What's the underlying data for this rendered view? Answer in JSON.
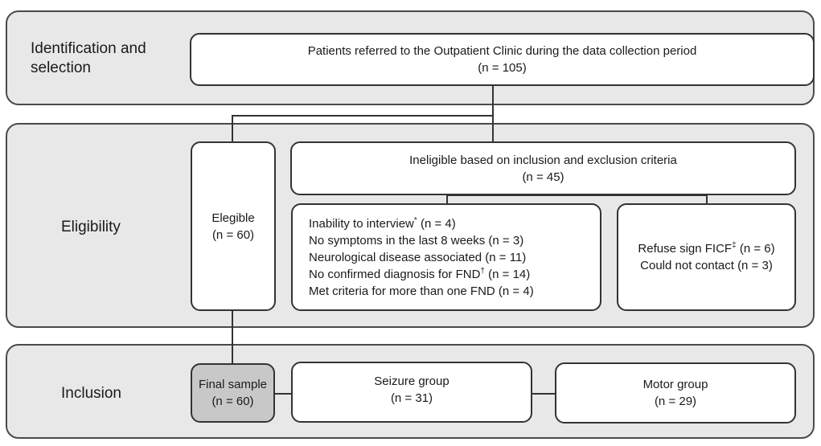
{
  "stages": {
    "identification": {
      "label_line1": "Identification and",
      "label_line2": "selection"
    },
    "eligibility": {
      "label": "Eligibility"
    },
    "inclusion": {
      "label": "Inclusion"
    }
  },
  "boxes": {
    "referred": {
      "line1": "Patients referred to the Outpatient Clinic during the data collection period",
      "line2": "(n = 105)"
    },
    "ineligible": {
      "line1": "Ineligible based on inclusion and exclusion criteria",
      "line2": "(n = 45)"
    },
    "eligible": {
      "line1": "Elegible",
      "line2": "(n = 60)"
    },
    "exclusion_reasons": [
      {
        "text": "Inability to interview",
        "mark": "*",
        "count": " (n = 4)"
      },
      {
        "text": "No symptoms in the last 8 weeks (n = 3)",
        "mark": "",
        "count": ""
      },
      {
        "text": "Neurological disease associated (n = 11)",
        "mark": "",
        "count": ""
      },
      {
        "text": "No confirmed diagnosis for FND",
        "mark": "†",
        "count": " (n = 14)"
      },
      {
        "text": "Met criteria for more than one FND (n = 4)",
        "mark": "",
        "count": ""
      }
    ],
    "other_reasons": [
      {
        "text": "Refuse sign FICF",
        "mark": "‡",
        "count": " (n = 6)"
      },
      {
        "text": "Could not contact (n = 3)",
        "mark": "",
        "count": ""
      }
    ],
    "final_sample": {
      "line1": "Final sample",
      "line2": "(n = 60)"
    },
    "seizure_group": {
      "line1": "Seizure group",
      "line2": "(n = 31)"
    },
    "motor_group": {
      "line1": "Motor group",
      "line2": "(n = 29)"
    }
  }
}
